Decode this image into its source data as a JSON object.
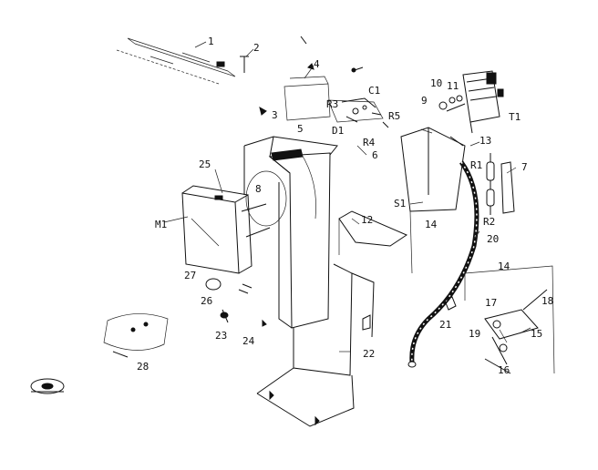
{
  "diagram": {
    "labels": [
      {
        "id": "1",
        "text": "1"
      },
      {
        "id": "2",
        "text": "2"
      },
      {
        "id": "3",
        "text": "3"
      },
      {
        "id": "4",
        "text": "4"
      },
      {
        "id": "5",
        "text": "5"
      },
      {
        "id": "6",
        "text": "6"
      },
      {
        "id": "7",
        "text": "7"
      },
      {
        "id": "8",
        "text": "8"
      },
      {
        "id": "9",
        "text": "9"
      },
      {
        "id": "10",
        "text": "10"
      },
      {
        "id": "11",
        "text": "11"
      },
      {
        "id": "12",
        "text": "12"
      },
      {
        "id": "13",
        "text": "13"
      },
      {
        "id": "14a",
        "text": "14"
      },
      {
        "id": "14b",
        "text": "14"
      },
      {
        "id": "15",
        "text": "15"
      },
      {
        "id": "16",
        "text": "16"
      },
      {
        "id": "17",
        "text": "17"
      },
      {
        "id": "18",
        "text": "18"
      },
      {
        "id": "19",
        "text": "19"
      },
      {
        "id": "20",
        "text": "20"
      },
      {
        "id": "21",
        "text": "21"
      },
      {
        "id": "22",
        "text": "22"
      },
      {
        "id": "23",
        "text": "23"
      },
      {
        "id": "24",
        "text": "24"
      },
      {
        "id": "25",
        "text": "25"
      },
      {
        "id": "26",
        "text": "26"
      },
      {
        "id": "27",
        "text": "27"
      },
      {
        "id": "28",
        "text": "28"
      },
      {
        "id": "C1",
        "text": "C1"
      },
      {
        "id": "D1",
        "text": "D1"
      },
      {
        "id": "R1",
        "text": "R1"
      },
      {
        "id": "R2",
        "text": "R2"
      },
      {
        "id": "R3",
        "text": "R3"
      },
      {
        "id": "R4",
        "text": "R4"
      },
      {
        "id": "R5",
        "text": "R5"
      },
      {
        "id": "S1",
        "text": "S1"
      },
      {
        "id": "T1",
        "text": "T1"
      },
      {
        "id": "M1",
        "text": "M1"
      }
    ]
  }
}
